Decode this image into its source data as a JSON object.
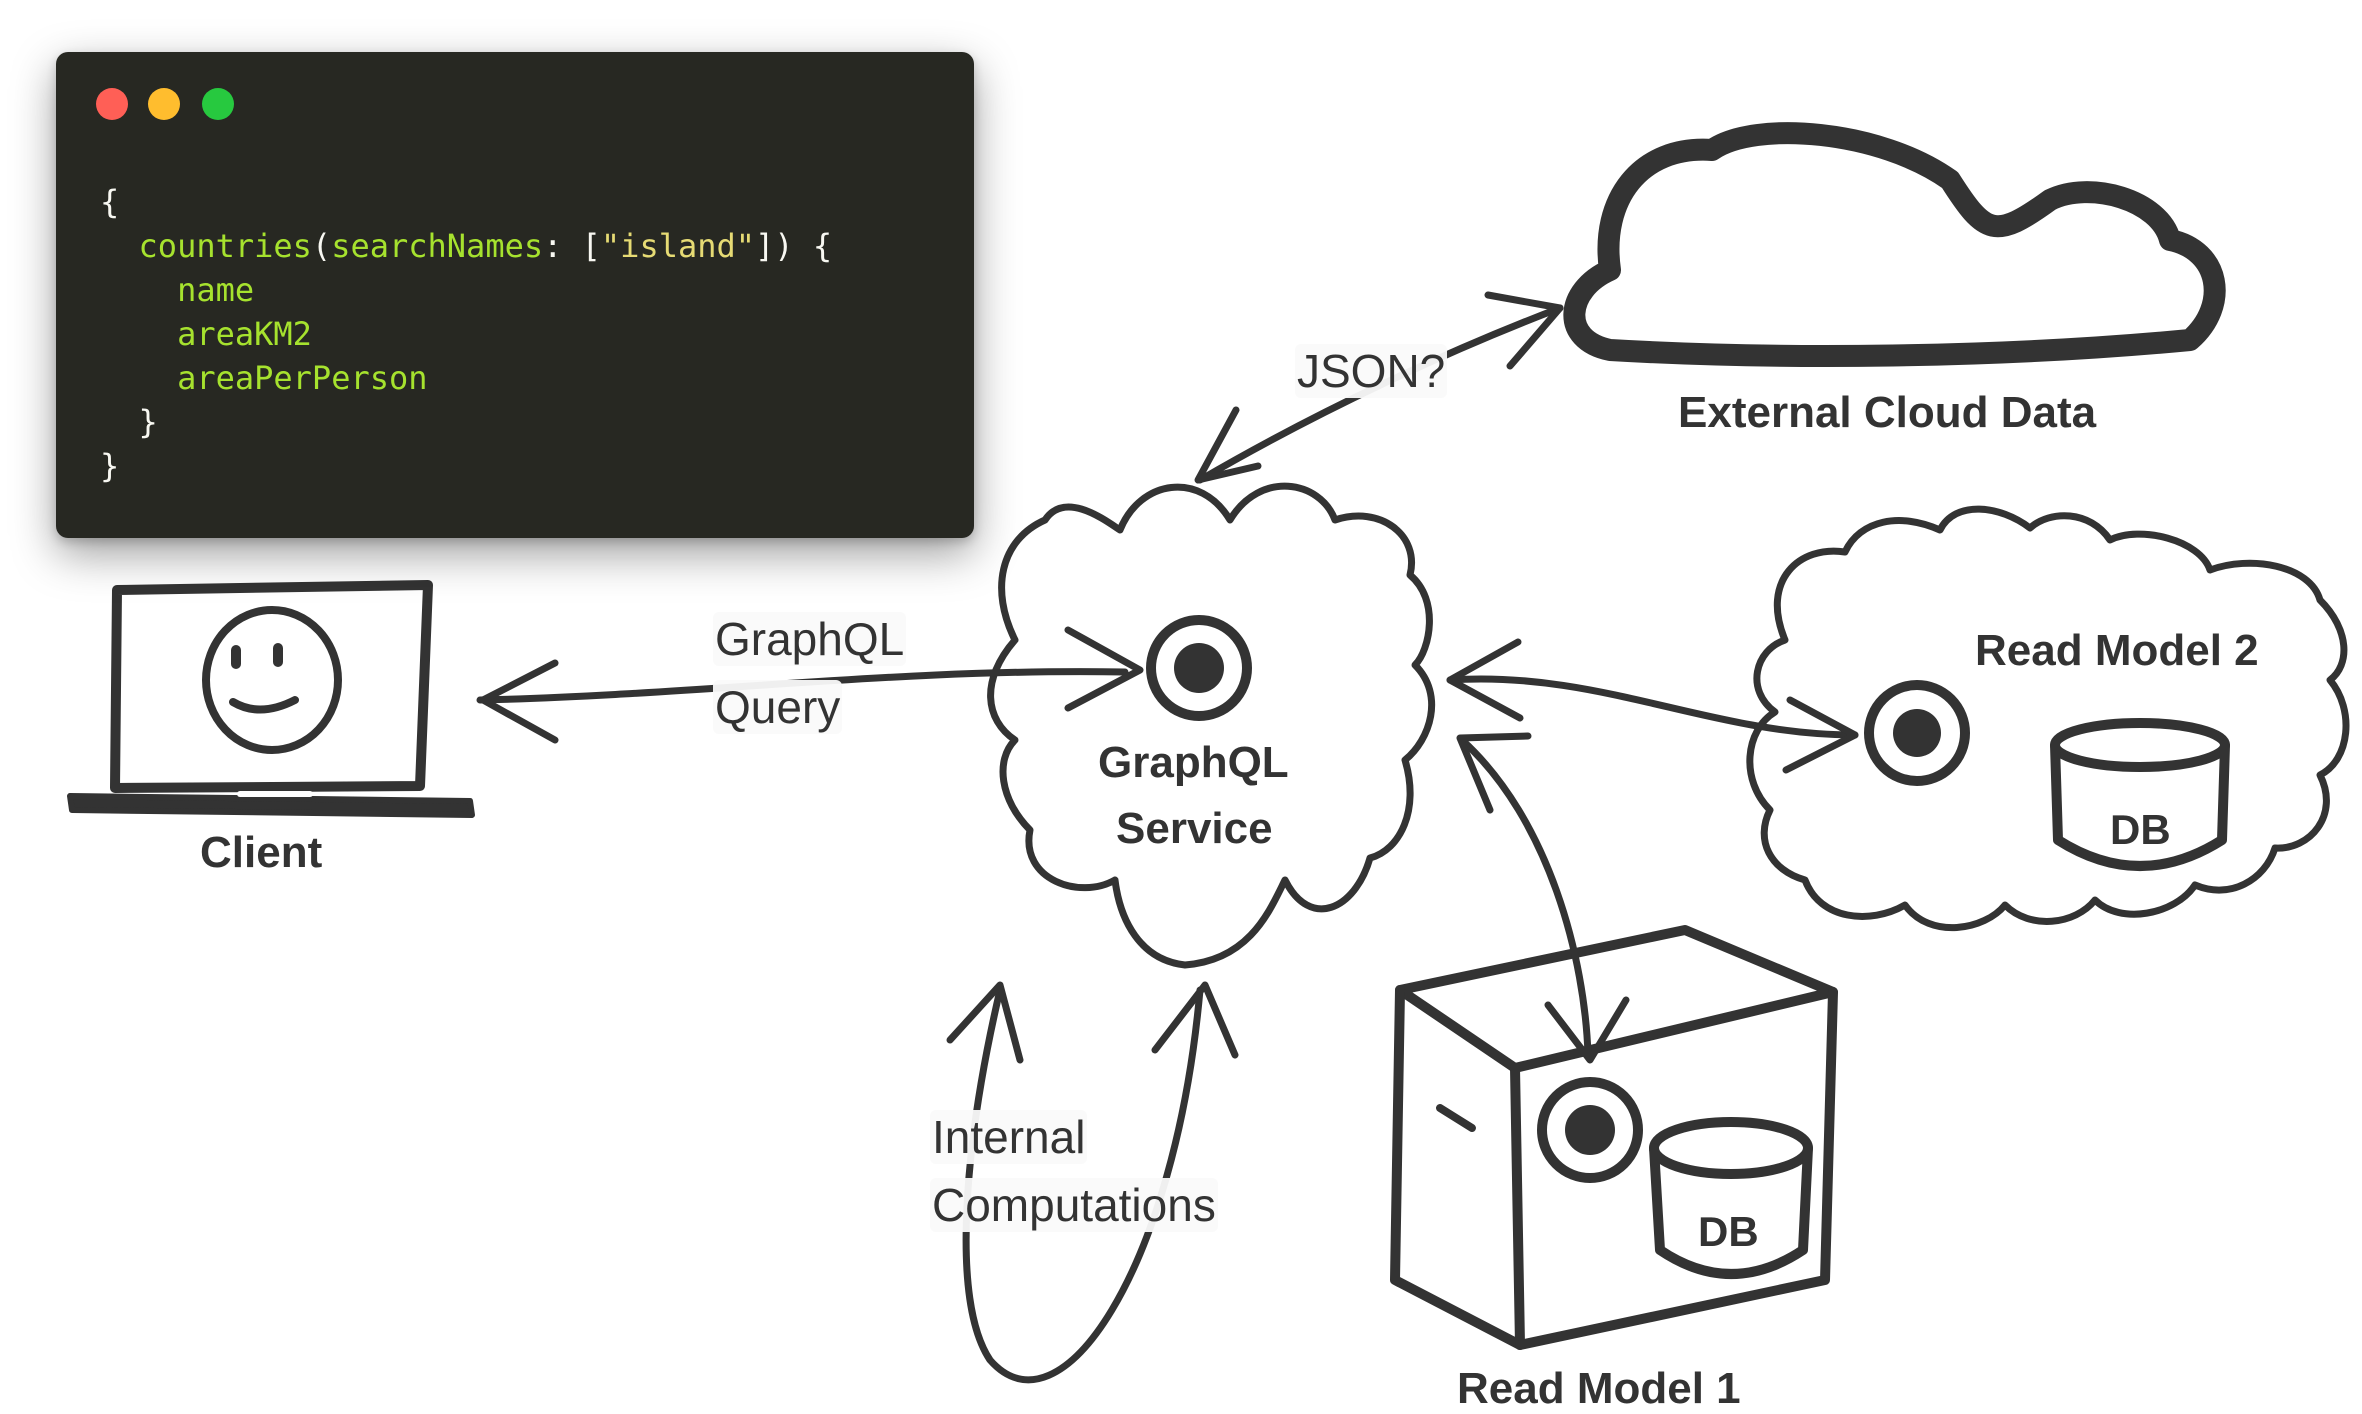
{
  "code_window": {
    "lines": [
      [
        "{"
      ],
      [
        "  ",
        "countries",
        "(",
        "searchNames",
        ": [",
        "\"island\"",
        "]) {"
      ],
      [
        "    ",
        "name"
      ],
      [
        "    ",
        "areaKM2"
      ],
      [
        "    ",
        "areaPerPerson"
      ],
      [
        "  }"
      ],
      [
        "}"
      ]
    ]
  },
  "labels": {
    "client": "Client",
    "graphql_query_line1": "GraphQL",
    "graphql_query_line2": "Query",
    "graphql_service_line1": "GraphQL",
    "graphql_service_line2": "Service",
    "json": "JSON?",
    "external_cloud_data": "External Cloud Data",
    "read_model_2": "Read Model 2",
    "read_model_1": "Read Model 1",
    "db_1": "DB",
    "db_2": "DB",
    "internal_line1": "Internal",
    "internal_line2": "Computations"
  },
  "icons": {
    "client": "laptop-smiley-icon",
    "cloud": "cloud-icon",
    "service": "service-node-icon",
    "database": "database-icon",
    "box": "box-icon"
  },
  "colors": {
    "stroke": "#333333",
    "code_background": "#272822",
    "window_red": "#ff5f56",
    "window_yellow": "#ffbd2e",
    "window_green": "#27c93f"
  }
}
